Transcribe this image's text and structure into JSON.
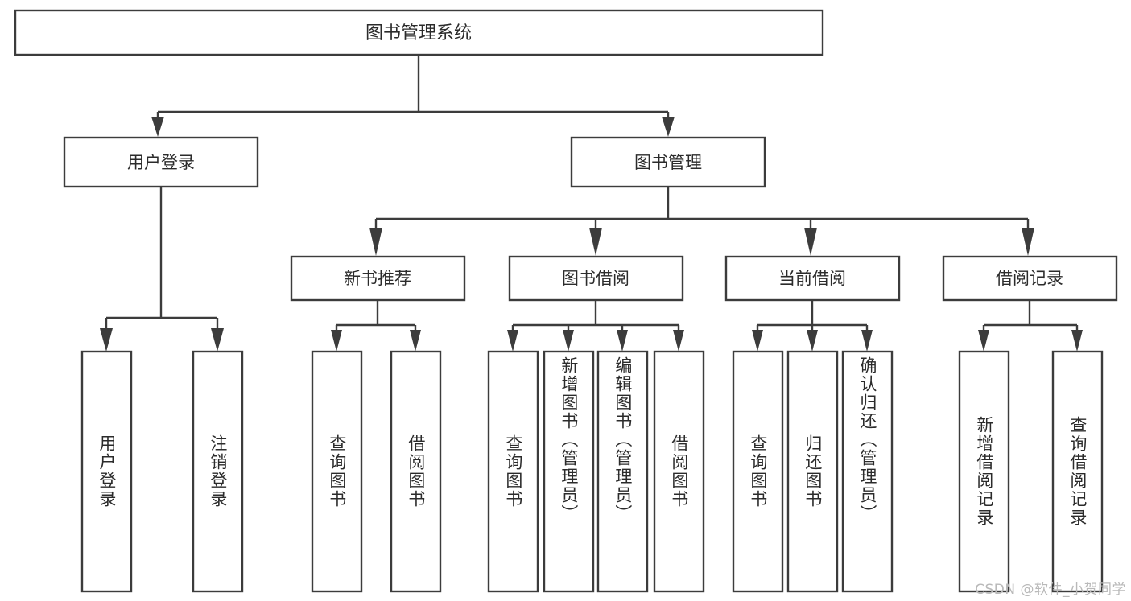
{
  "diagram": {
    "title": "图书管理系统",
    "type": "tree-hierarchy",
    "background_color": "#ffffff",
    "line_color": "#3c3c3c",
    "text_color": "#2b2b2b",
    "watermark": "CSDN @软件_小贺同学"
  },
  "root": {
    "label": "图书管理系统"
  },
  "level2": [
    {
      "label": "用户登录"
    },
    {
      "label": "图书管理"
    }
  ],
  "level3": [
    {
      "label": "新书推荐"
    },
    {
      "label": "图书借阅"
    },
    {
      "label": "当前借阅"
    },
    {
      "label": "借阅记录"
    }
  ],
  "leaves": {
    "user_login": [
      {
        "label": "用户登录"
      },
      {
        "label": "注销登录"
      }
    ],
    "new_book_recommend": [
      {
        "label": "查询图书"
      },
      {
        "label": "借阅图书"
      }
    ],
    "book_borrow": [
      {
        "label": "查询图书"
      },
      {
        "label": "新增图书（管理员）"
      },
      {
        "label": "编辑图书（管理员）"
      },
      {
        "label": "借阅图书"
      }
    ],
    "current_borrow": [
      {
        "label": "查询图书"
      },
      {
        "label": "归还图书"
      },
      {
        "label": "确认归还（管理员）"
      }
    ],
    "borrow_record": [
      {
        "label": "新增借阅记录"
      },
      {
        "label": "查询借阅记录"
      }
    ]
  }
}
